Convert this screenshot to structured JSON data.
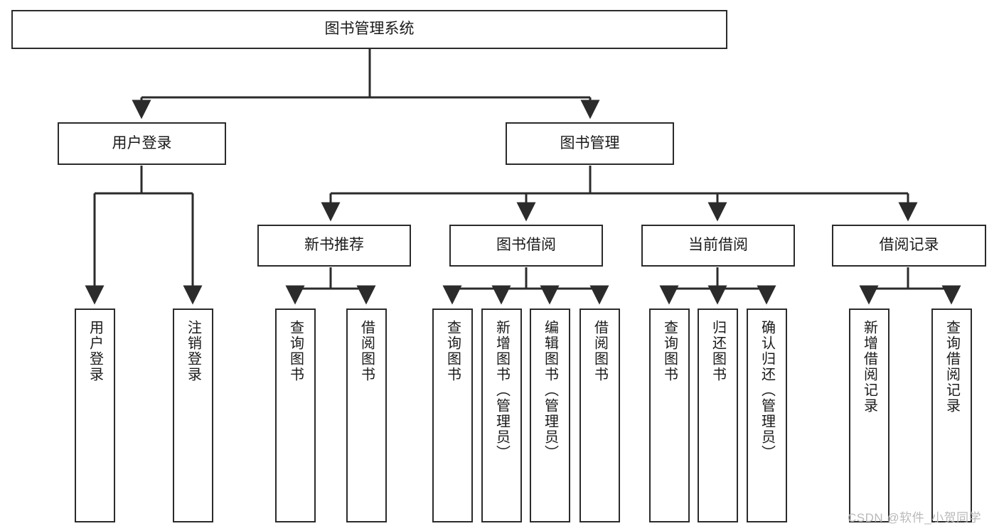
{
  "diagram": {
    "title": "图书管理系统",
    "type": "tree-hierarchy",
    "colors": {
      "box_border": "#2b2b2b",
      "box_fill": "#ffffff",
      "edge": "#2b2b2b",
      "text": "#1a1a1a",
      "watermark": "#b9b9b9"
    },
    "root": {
      "label": "图书管理系统"
    },
    "level2": [
      {
        "label": "用户登录"
      },
      {
        "label": "图书管理"
      }
    ],
    "level3": [
      {
        "label": "新书推荐"
      },
      {
        "label": "图书借阅"
      },
      {
        "label": "当前借阅"
      },
      {
        "label": "借阅记录"
      }
    ],
    "leaves": {
      "user_login": [
        {
          "label": "用户登录"
        },
        {
          "label": "注销登录"
        }
      ],
      "new_book_recommend": [
        {
          "label": "查询图书"
        },
        {
          "label": "借阅图书"
        }
      ],
      "book_borrow": [
        {
          "label": "查询图书"
        },
        {
          "label": "新增图书（管理员）"
        },
        {
          "label": "编辑图书（管理员）"
        },
        {
          "label": "借阅图书"
        }
      ],
      "current_borrow": [
        {
          "label": "查询图书"
        },
        {
          "label": "归还图书"
        },
        {
          "label": "确认归还（管理员）"
        }
      ],
      "borrow_record": [
        {
          "label": "新增借阅记录"
        },
        {
          "label": "查询借阅记录"
        }
      ]
    }
  },
  "watermark": {
    "text": "CSDN @软件_小贺同学"
  }
}
